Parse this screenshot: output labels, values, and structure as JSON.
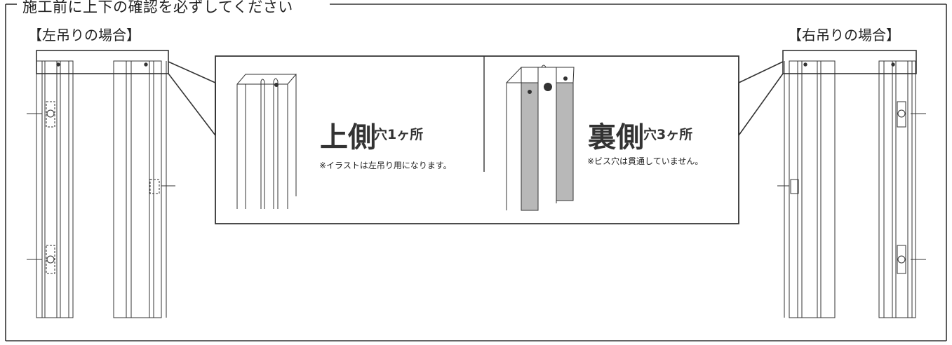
{
  "frame": {
    "title": "施工前に上下の確認を必ずしてください"
  },
  "left_panel": {
    "label": "【左吊りの場合】"
  },
  "right_panel": {
    "label": "【右吊りの場合】"
  },
  "detail": {
    "top": {
      "title": "上側",
      "sub": "穴1ヶ所",
      "note": "※イラストは左吊り用になります。"
    },
    "back": {
      "title": "裏側",
      "sub": "穴3ヶ所",
      "note": "※ビス穴は貫通していません。"
    }
  },
  "colors": {
    "line": "#333333",
    "shade": "#b8b8b8"
  }
}
